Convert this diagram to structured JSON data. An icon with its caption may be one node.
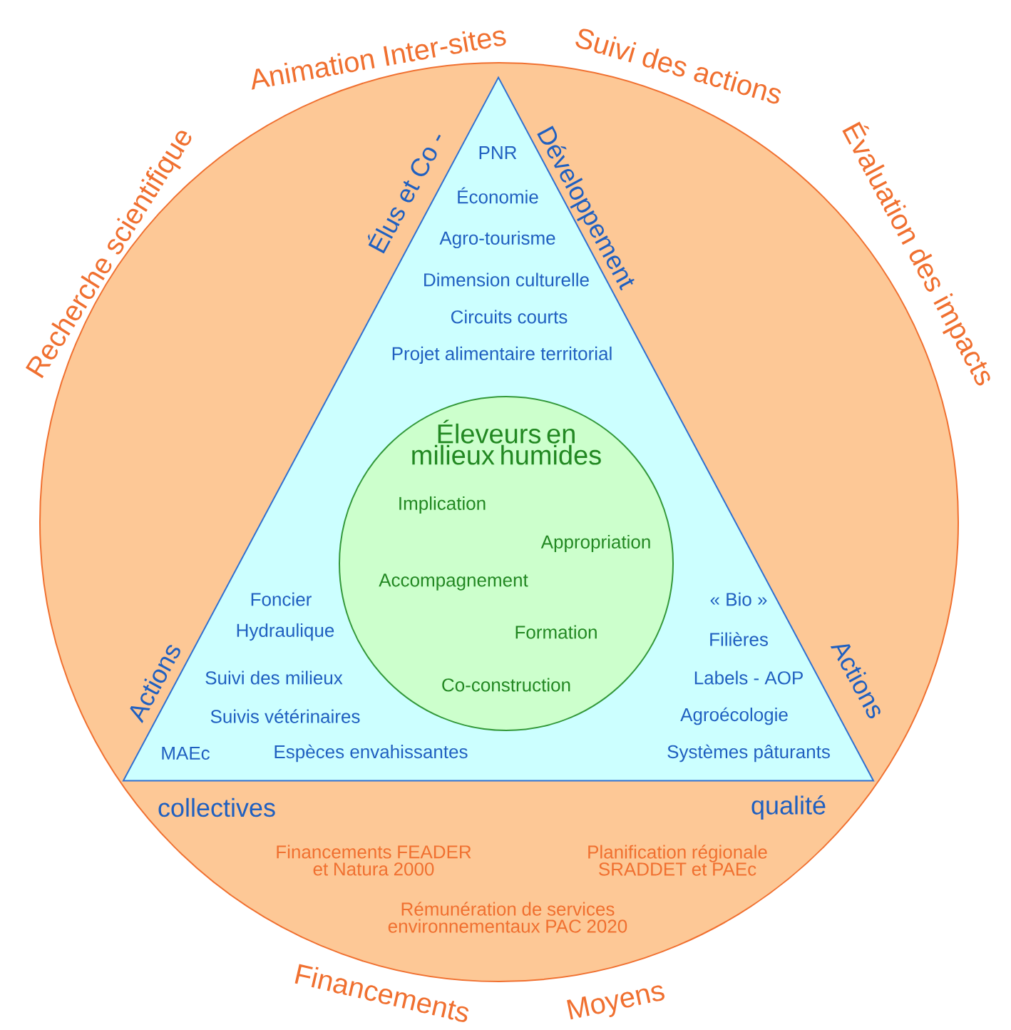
{
  "diagram": {
    "nodes": [
      {
        "text": [
          "Financements FEADER et Natura 2000",
          "Planification régionale SRADDET et PAEc",
          "Rémunération de services environnementaux PAC 2020"
        ]
      },
      {
        "text": [
          "PNR",
          "Économie",
          "Agro-tourisme",
          "Dimension culturelle",
          "Circuits courts",
          "Projet alimentaire territorial",
          "Foncier",
          "Hydraulique",
          "Suivi des milieux",
          "Suivis vétérinaires",
          "MAEc",
          "Espèces envahissantes",
          "« Bio »",
          "Filières",
          "Labels - AOP",
          "Agroécologie",
          "Systèmes pâturants"
        ],
        "in": 0
      },
      {
        "text": [
          "Éleveurs en milieux humides",
          "Implication",
          "Appropriation",
          "Accompagnement",
          "Formation",
          "Co-construction"
        ],
        "in": 1
      }
    ],
    "labels": [
      "Animation Inter-sites",
      "Suivi des actions",
      "Recherche scientifique",
      "Évaluation des impacts",
      "Élus et Co -",
      "Développement",
      "Actions",
      "Actions",
      "collectives",
      "qualité",
      "Financements",
      "Moyens"
    ]
  }
}
